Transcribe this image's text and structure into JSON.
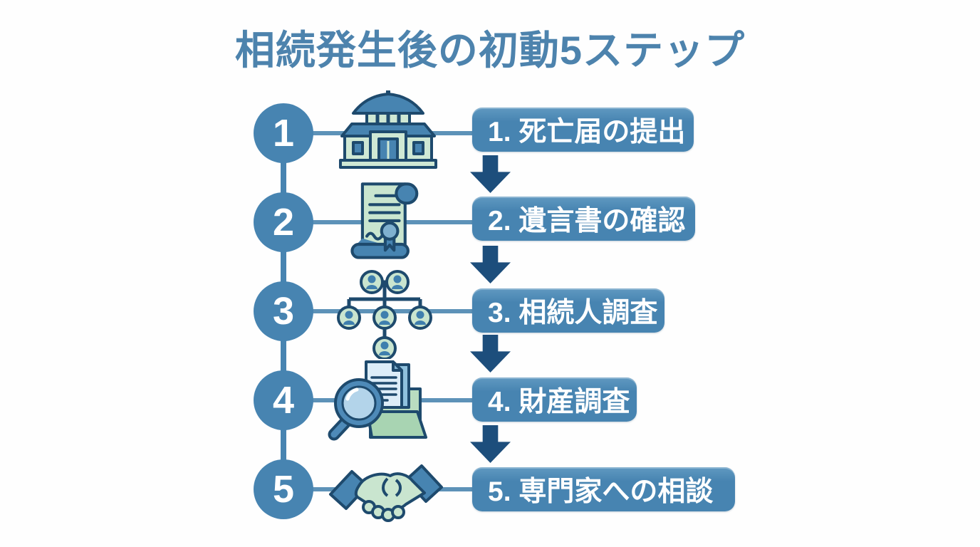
{
  "title": "相続発生後の初動5ステップ",
  "steps": [
    {
      "number": "1",
      "label": "1. 死亡届の提出",
      "icon": "government-building-icon"
    },
    {
      "number": "2",
      "label": "2. 遺言書の確認",
      "icon": "will-scroll-icon"
    },
    {
      "number": "3",
      "label": "3. 相続人調査",
      "icon": "family-tree-icon"
    },
    {
      "number": "4",
      "label": "4. 財産調査",
      "icon": "magnifying-glass-documents-icon"
    },
    {
      "number": "5",
      "label": "5. 専門家への相談",
      "icon": "handshake-icon"
    }
  ],
  "colors": {
    "title_blue": "#4d83ad",
    "accent_blue": "#4784b1",
    "connector_blue": "#5d92b8",
    "arrow_navy": "#1d4e7c",
    "outline_navy": "#1e4a6d",
    "icon_light_green": "#c9e5cf",
    "icon_light_blue": "#b3d4ea",
    "background": "#ffffff"
  }
}
